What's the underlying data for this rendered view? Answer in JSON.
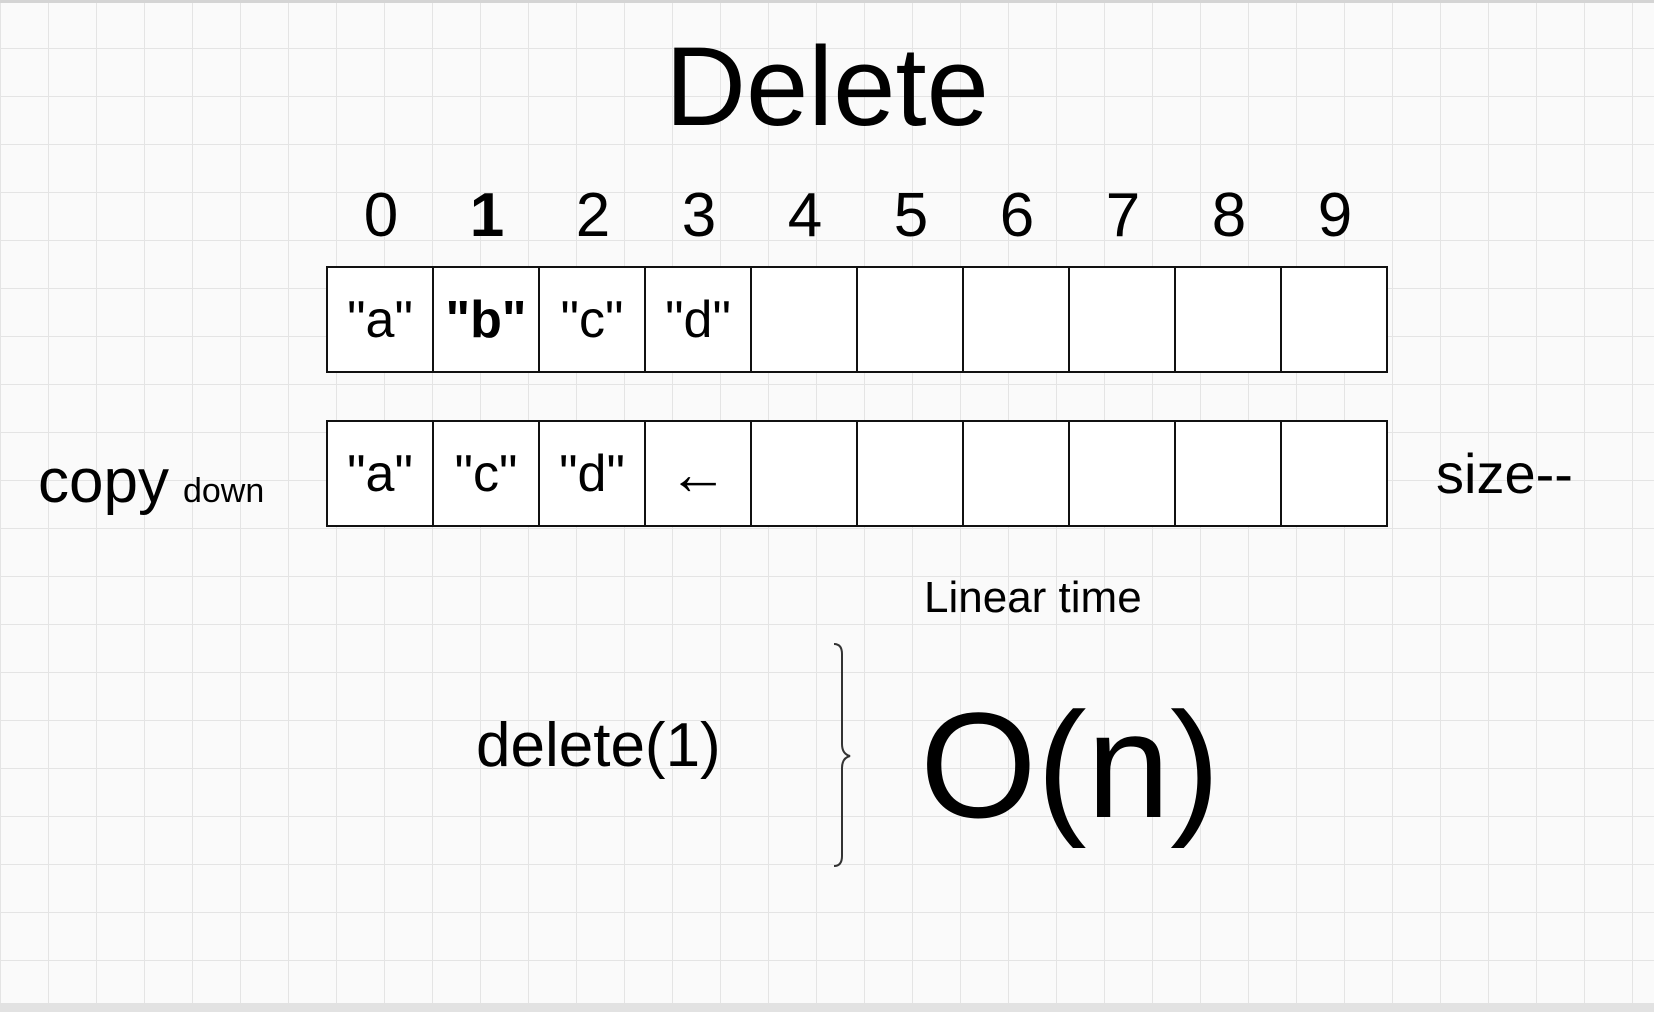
{
  "title": "Delete",
  "indices": [
    "0",
    "1",
    "2",
    "3",
    "4",
    "5",
    "6",
    "7",
    "8",
    "9"
  ],
  "highlighted_index": 1,
  "array_before": [
    "\"a\"",
    "\"b\"",
    "\"c\"",
    "\"d\"",
    "",
    "",
    "",
    "",
    "",
    ""
  ],
  "array_after": [
    "\"a\"",
    "\"c\"",
    "\"d\"",
    "←",
    "",
    "",
    "",
    "",
    "",
    ""
  ],
  "labels": {
    "copy": "copy",
    "down": "down",
    "size": "size--",
    "linear_time": "Linear time",
    "call": "delete(1)",
    "complexity": "O(n)"
  },
  "colors": {
    "background": "#fafafa",
    "grid": "#e4e4e4",
    "stroke": "#111111"
  }
}
